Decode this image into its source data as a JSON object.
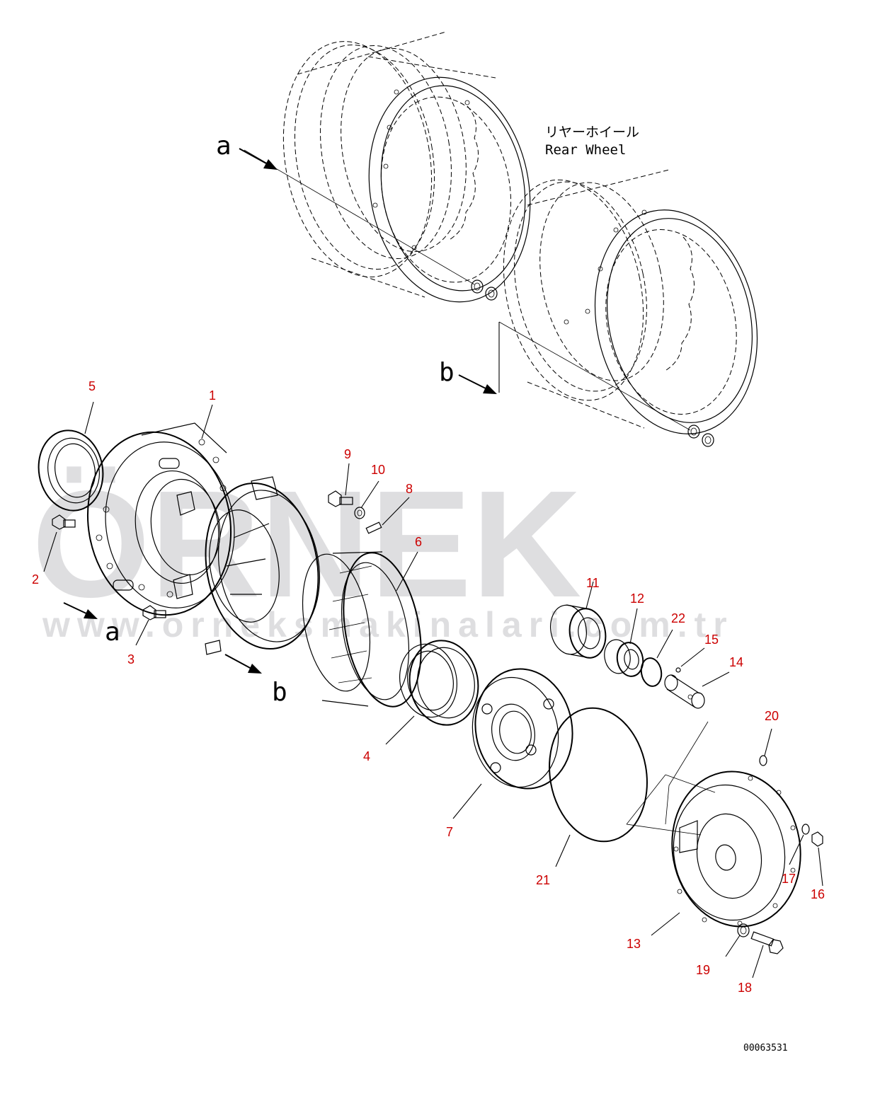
{
  "caption": {
    "japanese": "リヤーホイール",
    "english": "Rear Wheel"
  },
  "ref_letters": [
    "a",
    "b"
  ],
  "watermark": {
    "text": "ÖRNEK",
    "url": "www.orneksmakinalari.com.tr"
  },
  "drawing_code": "00063531",
  "part_numbers": [
    "1",
    "2",
    "3",
    "4",
    "5",
    "6",
    "7",
    "8",
    "9",
    "10",
    "11",
    "12",
    "13",
    "14",
    "15",
    "16",
    "17",
    "18",
    "19",
    "20",
    "21",
    "22"
  ],
  "colors": {
    "part_number": "#cc0000",
    "line": "#000000",
    "watermark": "#c9c9cc"
  }
}
